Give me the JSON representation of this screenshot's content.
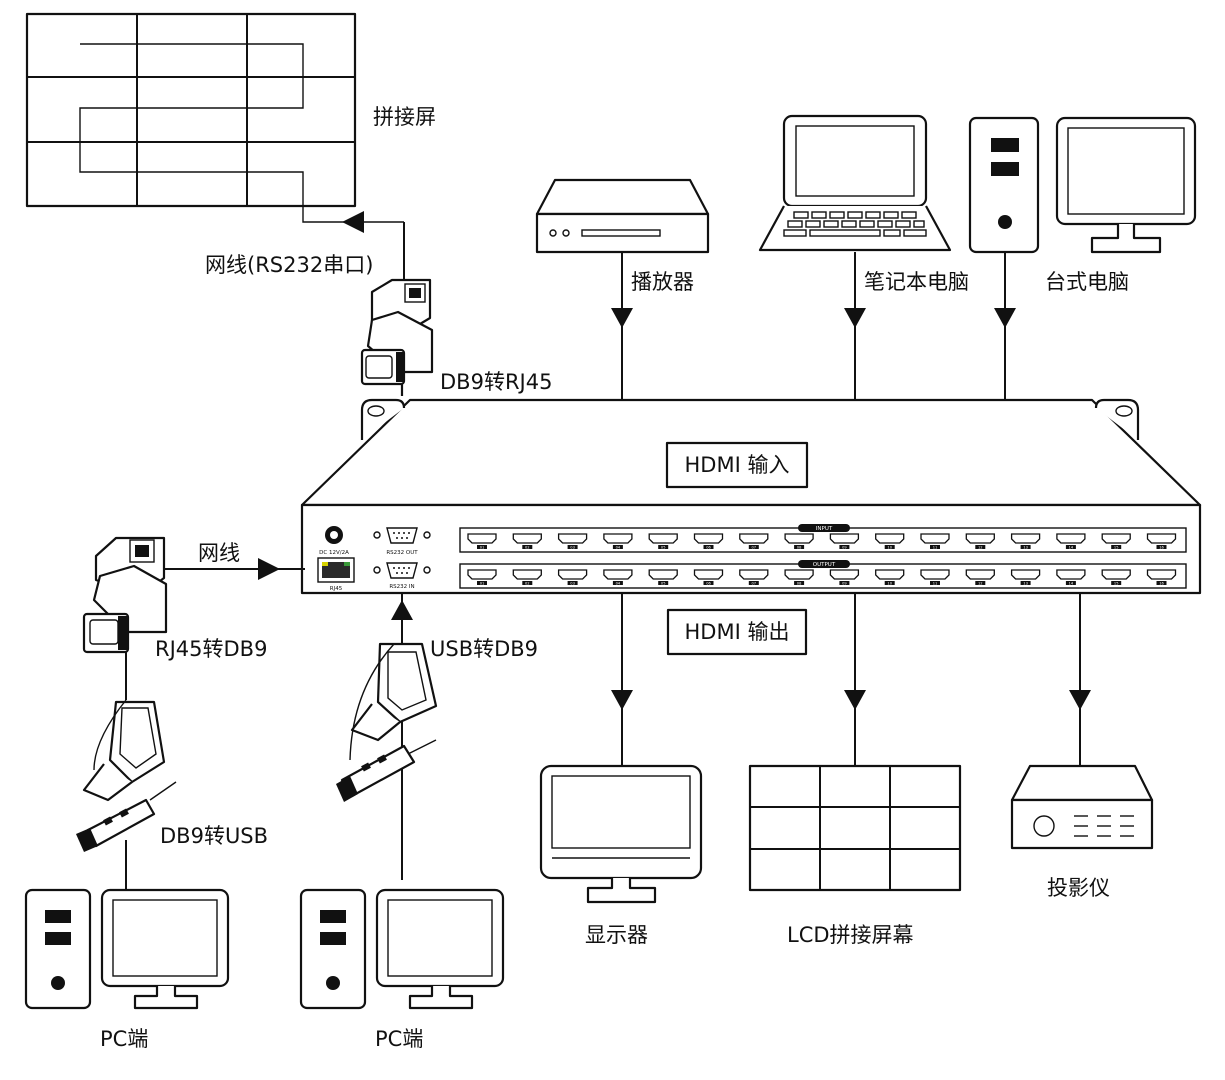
{
  "labels": {
    "video_wall_top": "拼接屏",
    "network_rs232": "网线(RS232串口)",
    "db9_to_rj45": "DB9转RJ45",
    "network": "网线",
    "rj45_to_db9": "RJ45转DB9",
    "db9_to_usb": "DB9转USB",
    "usb_to_db9": "USB转DB9",
    "pc_left": "PC端",
    "pc_right": "PC端",
    "player": "播放器",
    "laptop": "笔记本电脑",
    "desktop": "台式电脑",
    "hdmi_in": "HDMI 输入",
    "hdmi_out": "HDMI 输出",
    "monitor": "显示器",
    "lcd_wall": "LCD拼接屏幕",
    "projector": "投影仪"
  },
  "panel": {
    "dc": "DC 12V/2A",
    "rj45": "RJ45",
    "rs232_out": "RS232 OUT",
    "rs232_in": "RS232 IN",
    "input": "INPUT",
    "output": "OUTPUT",
    "port_numbers": [
      "01",
      "02",
      "03",
      "04",
      "05",
      "06",
      "07",
      "08",
      "09",
      "10",
      "11",
      "12",
      "13",
      "14",
      "15",
      "16"
    ]
  }
}
